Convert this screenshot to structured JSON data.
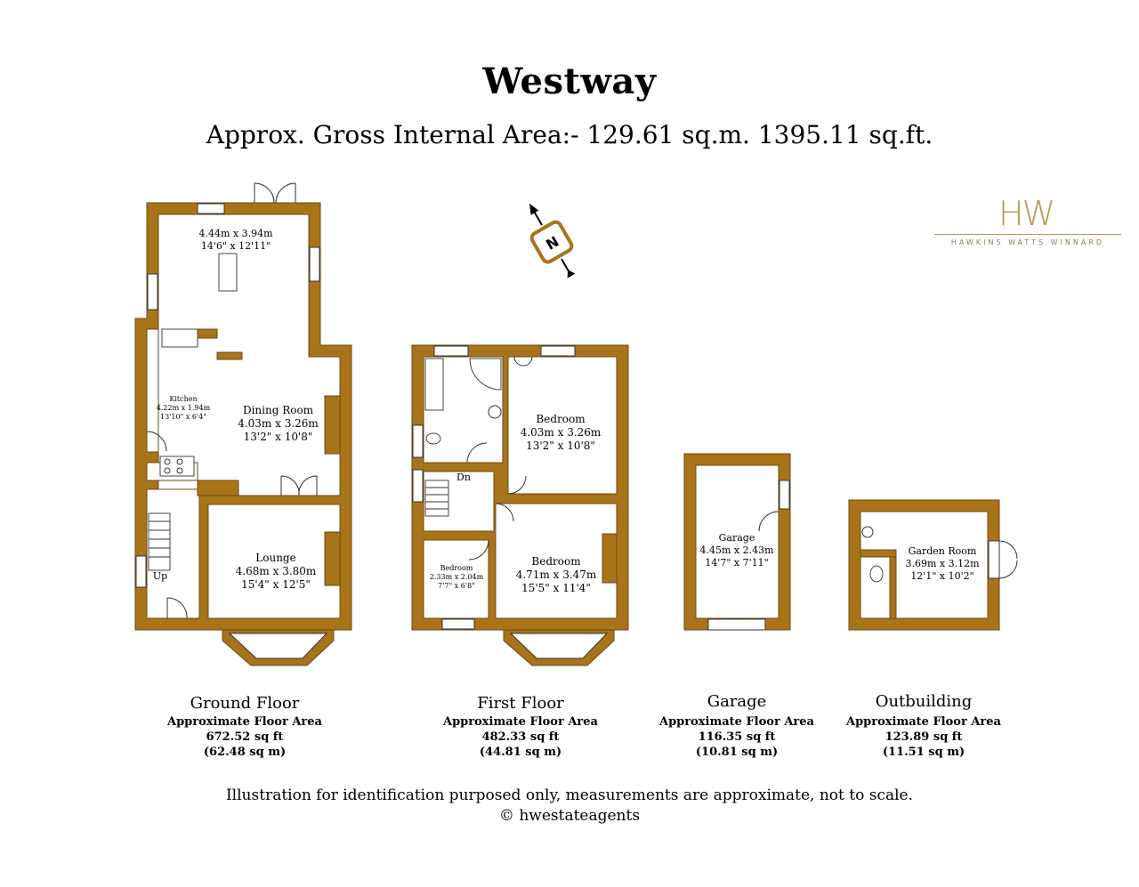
{
  "title": "Westway",
  "subtitle": "Approx. Gross Internal Area:- 129.61 sq.m. 1395.11 sq.ft.",
  "logo": {
    "mark": "HW",
    "name": "HAWKINS WATTS WINNARD"
  },
  "compass": {
    "label": "N",
    "icon": "north-arrow-icon"
  },
  "colors": {
    "wall": "#a8741a",
    "wall_edge": "#6b4a10",
    "brand": "#b89a5a"
  },
  "rooms": {
    "kitchen_diner": {
      "metric": "4.44m x 3.94m",
      "imperial": "14'6\" x 12'11\""
    },
    "kitchen": {
      "name": "Kitchen",
      "metric": "4.22m x 1.94m",
      "imperial": "13'10\" x 6'4\""
    },
    "dining": {
      "name": "Dining Room",
      "metric": "4.03m x 3.26m",
      "imperial": "13'2\" x 10'8\""
    },
    "lounge": {
      "name": "Lounge",
      "metric": "4.68m x 3.80m",
      "imperial": "15'4\" x 12'5\""
    },
    "bed1": {
      "name": "Bedroom",
      "metric": "4.03m x 3.26m",
      "imperial": "13'2\" x 10'8\""
    },
    "bed2": {
      "name": "Bedroom",
      "metric": "4.71m x 3.47m",
      "imperial": "15'5\" x 11'4\""
    },
    "bed3": {
      "name": "Bedroom",
      "metric": "2.33m x 2.04m",
      "imperial": "7'7\" x 6'8\""
    },
    "garage": {
      "name": "Garage",
      "metric": "4.45m x 2.43m",
      "imperial": "14'7\" x 7'11\""
    },
    "garden": {
      "name": "Garden Room",
      "metric": "3.69m x 3.12m",
      "imperial": "12'1\" x 10'2\""
    }
  },
  "stair_labels": {
    "up": "Up",
    "down": "Dn"
  },
  "floors": [
    {
      "name": "Ground Floor",
      "caption": "Approximate Floor Area",
      "sqft": "672.52 sq ft",
      "sqm": "(62.48 sq m)"
    },
    {
      "name": "First Floor",
      "caption": "Approximate Floor Area",
      "sqft": "482.33 sq ft",
      "sqm": "(44.81 sq m)"
    },
    {
      "name": "Garage",
      "caption": "Approximate Floor Area",
      "sqft": "116.35 sq ft",
      "sqm": "(10.81 sq m)"
    },
    {
      "name": "Outbuilding",
      "caption": "Approximate Floor Area",
      "sqft": "123.89 sq ft",
      "sqm": "(11.51 sq m)"
    }
  ],
  "footer": {
    "disclaimer": "Illustration for identification purposed only, measurements are approximate, not to scale.",
    "copyright": "© hwestateagents"
  }
}
